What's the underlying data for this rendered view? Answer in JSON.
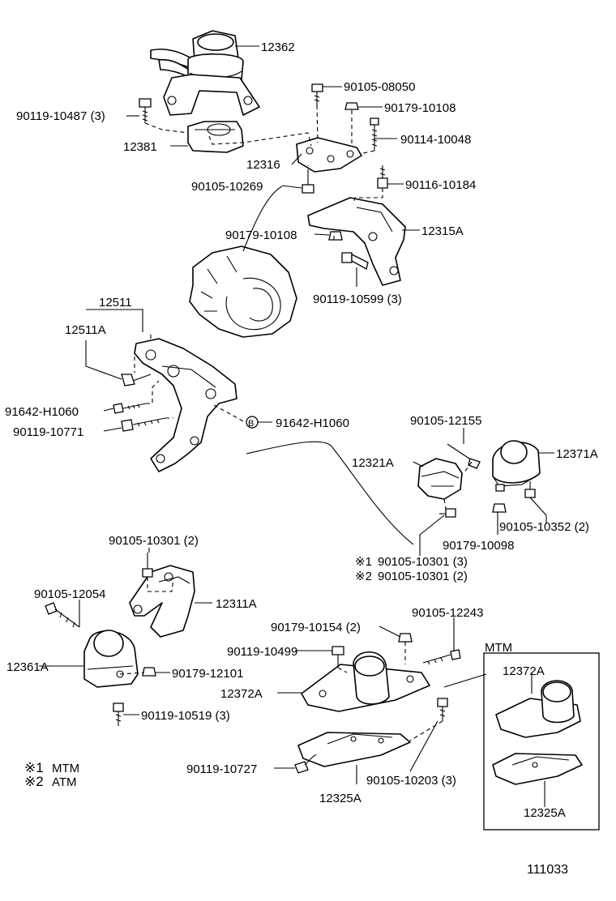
{
  "diagram_id": "111033",
  "callouts": [
    {
      "id": "c1",
      "text": "12362"
    },
    {
      "id": "c2",
      "text": "90105-08050"
    },
    {
      "id": "c3",
      "text": "90179-10108"
    },
    {
      "id": "c4",
      "text": "90119-10487 (3)"
    },
    {
      "id": "c5",
      "text": "90114-10048"
    },
    {
      "id": "c6",
      "text": "12381"
    },
    {
      "id": "c7",
      "text": "12316"
    },
    {
      "id": "c8",
      "text": "90105-10269"
    },
    {
      "id": "c9",
      "text": "90116-10184"
    },
    {
      "id": "c10",
      "text": "90179-10108"
    },
    {
      "id": "c11",
      "text": "12315A"
    },
    {
      "id": "c12",
      "text": "90119-10599 (3)"
    },
    {
      "id": "c13",
      "text": "12511"
    },
    {
      "id": "c14",
      "text": "12511A"
    },
    {
      "id": "c15",
      "text": "91642-H1060"
    },
    {
      "id": "c16",
      "text": "90119-10771"
    },
    {
      "id": "c17",
      "text": "91642-H1060"
    },
    {
      "id": "c18",
      "text": "90105-12155"
    },
    {
      "id": "c19",
      "text": "12321A"
    },
    {
      "id": "c20",
      "text": "12371A"
    },
    {
      "id": "c21",
      "text": "90105-10352 (2)"
    },
    {
      "id": "c22",
      "text": "90179-10098"
    },
    {
      "id": "c23",
      "text": "90105-10301 (2)"
    },
    {
      "id": "c24",
      "text": "90105-10301 (3)"
    },
    {
      "id": "c25",
      "text": "90105-10301 (2)"
    },
    {
      "id": "c26",
      "text": "90105-12054"
    },
    {
      "id": "c27",
      "text": "12311A"
    },
    {
      "id": "c28",
      "text": "12361A"
    },
    {
      "id": "c29",
      "text": "90179-12101"
    },
    {
      "id": "c30",
      "text": "90119-10519 (3)"
    },
    {
      "id": "c31",
      "text": "90105-12243"
    },
    {
      "id": "c32",
      "text": "90179-10154 (2)"
    },
    {
      "id": "c33",
      "text": "90119-10499"
    },
    {
      "id": "c34",
      "text": "12372A"
    },
    {
      "id": "c35",
      "text": "90119-10727"
    },
    {
      "id": "c36",
      "text": "90105-10203 (3)"
    },
    {
      "id": "c37",
      "text": "12325A"
    },
    {
      "id": "c38",
      "text": "12372A"
    },
    {
      "id": "c39",
      "text": "12325A"
    }
  ],
  "markers": {
    "m1": "※1",
    "m2": "※2",
    "circle_b": "B"
  },
  "mtm_box_label": "MTM",
  "legend": [
    {
      "mark": "※1",
      "text": "MTM"
    },
    {
      "mark": "※2",
      "text": "ATM"
    }
  ]
}
